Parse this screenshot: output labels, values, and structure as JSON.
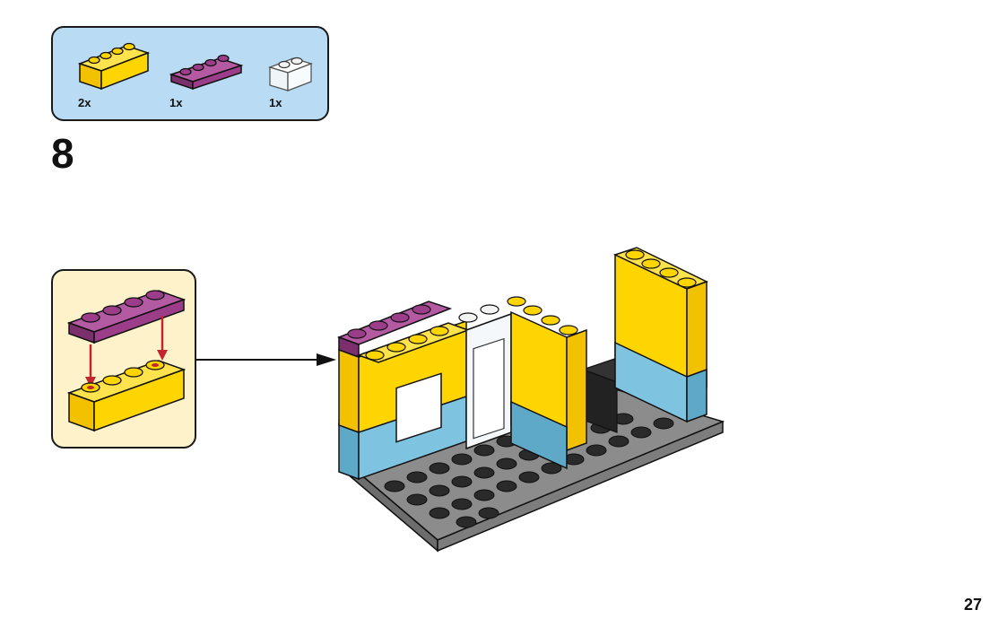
{
  "parts_list": {
    "items": [
      {
        "qty": "2x",
        "part": "yellow-brick-1x4",
        "color": "#ffd500"
      },
      {
        "qty": "1x",
        "part": "magenta-plate-1x4",
        "color": "#9c3d8a"
      },
      {
        "qty": "1x",
        "part": "transparent-brick-1x2",
        "color": "#ffffff"
      }
    ],
    "background": "#b9dcf4"
  },
  "step": {
    "number": "8"
  },
  "callout": {
    "background": "#fdf2c9",
    "arrow_color": "#c0272d"
  },
  "page": {
    "number": "27"
  },
  "colors": {
    "yellow": "#ffd500",
    "magenta": "#9c3d8a",
    "blue": "#7ec3e0",
    "gray": "#9a9a9a",
    "dark": "#2a2a2a"
  }
}
